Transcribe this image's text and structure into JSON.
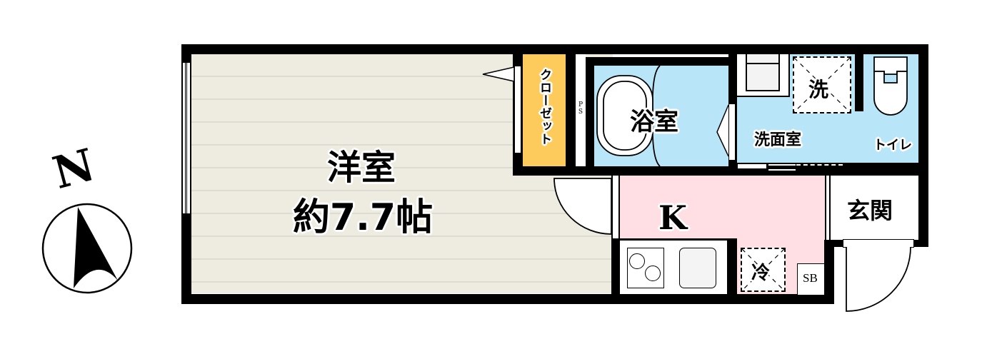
{
  "compass": {
    "north_label": "N"
  },
  "rooms": {
    "western_room": {
      "name": "洋室",
      "size": "約7.7帖",
      "color": "#eeece0"
    },
    "closet": {
      "name": "クローゼット",
      "color": "#fccb5c"
    },
    "pipe_space": {
      "name": "PS"
    },
    "bathroom": {
      "name": "浴室",
      "color": "#b8e6f8"
    },
    "washroom": {
      "name": "洗面室",
      "washer_label": "洗",
      "color": "#b8e6f8"
    },
    "toilet": {
      "name": "トイレ",
      "color": "#b8e6f8"
    },
    "kitchen": {
      "name": "K",
      "fridge_label": "冷",
      "shoebox_label": "SB",
      "color": "#ffdfe4"
    },
    "entrance": {
      "name": "玄関",
      "color": "#ffffff"
    }
  },
  "colors": {
    "wall": "#000000",
    "floor_lines": "#dcdcd2"
  }
}
